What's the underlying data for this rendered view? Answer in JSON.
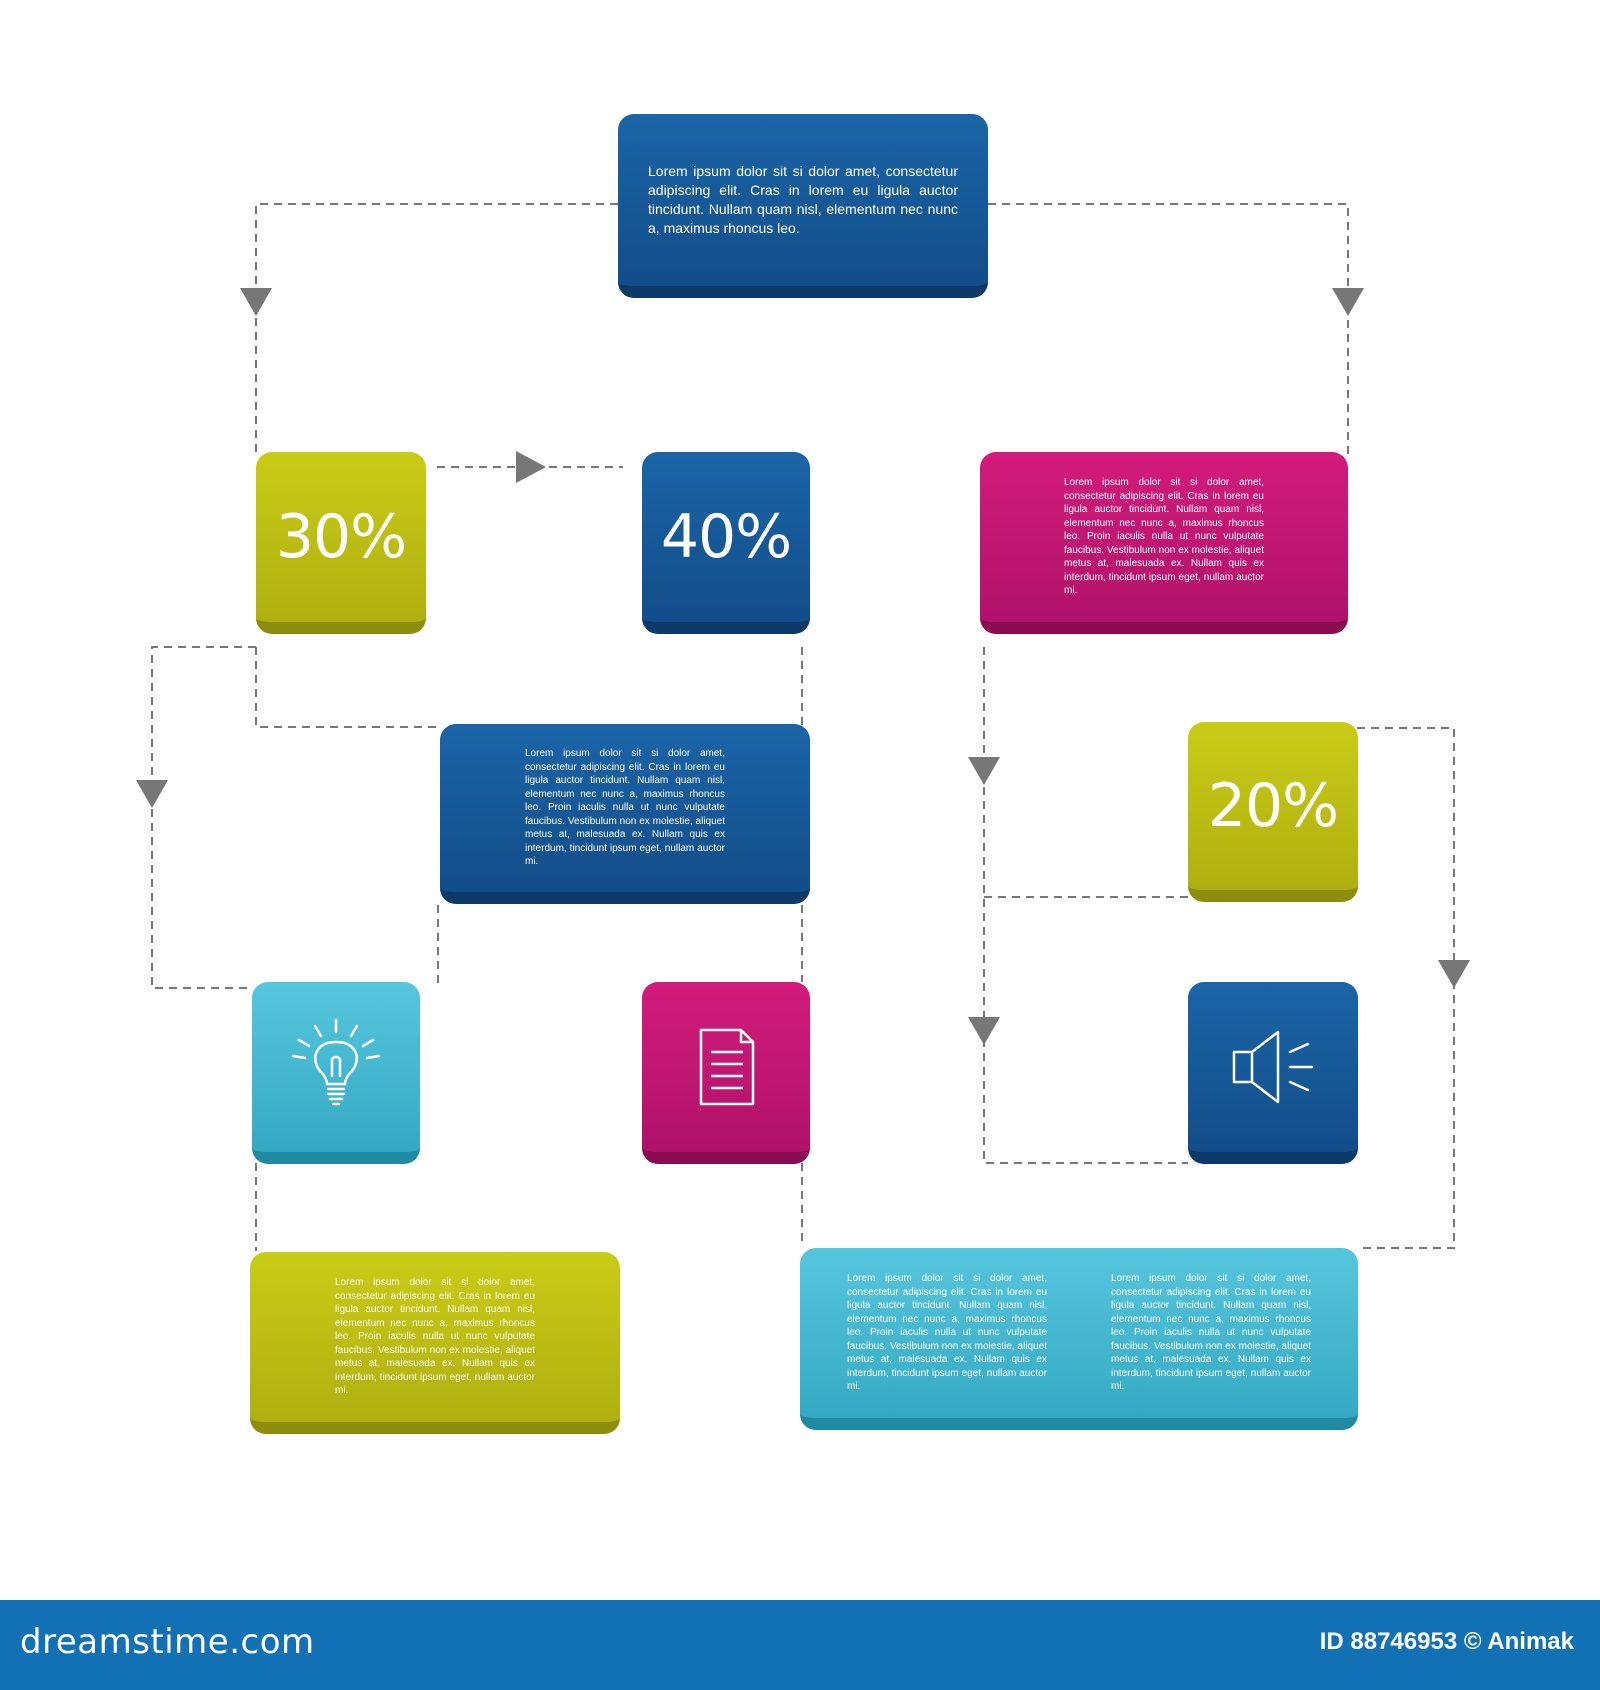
{
  "nodes": {
    "top": {
      "text": "Lorem ipsum dolor sit si dolor amet, consectetur adipiscing elit. Cras in lorem eu ligula auctor tincidunt. Nullam quam nisl, elementum nec nunc a, maximus rhoncus leo."
    },
    "pct_30": {
      "label": "30%"
    },
    "pct_40": {
      "label": "40%"
    },
    "pct_20": {
      "label": "20%"
    },
    "magenta_box": {
      "text": "Lorem ipsum dolor sit si dolor amet, consectetur adipiscing elit. Cras in lorem eu ligula auctor tincidunt. Nullam quam nisl, elementum nec nunc a, maximus rhoncus leo. Proin iaculis nulla ut nunc vulputate faucibus. Vestibulum non ex molestie, aliquet metus at, malesuada ex. Nullam quis ex interdum, tincidunt ipsum eget, nullam auctor mi."
    },
    "mid_blue": {
      "text": "Lorem ipsum dolor sit si dolor amet, consectetur adipiscing elit. Cras in lorem eu ligula auctor tincidunt. Nullam quam nisl, elementum nec nunc a, maximus rhoncus leo. Proin iaculis nulla ut nunc vulputate faucibus. Vestibulum non ex molestie, aliquet metus at, malesuada ex. Nullam quis ex interdum, tincidunt ipsum eget, nullam auctor mi."
    },
    "bottom_olive": {
      "text": "Lorem ipsum dolor sit si dolor amet, consectetur adipiscing elit. Cras in lorem eu ligula auctor tincidunt. Nullam quam nisl, elementum nec nunc a, maximus rhoncus leo. Proin iaculis nulla ut nunc vulputate faucibus. Vestibulum non ex molestie, aliquet metus at, malesuada ex. Nullam quis ex interdum, tincidunt ipsum eget, nullam auctor mi."
    },
    "bottom_cyan": {
      "col1": "Lorem ipsum dolor sit si dolor amet, consectetur adipiscing elit. Cras in lorem eu ligula auctor tincidunt. Nullam quam nisl, elementum nec nunc a, maximus rhoncus leo. Proin iaculis nulla ut nunc vulputate faucibus. Vestibulum non ex molestie, aliquet metus at, malesuada ex. Nullam quis ex interdum, tincidunt ipsum eget, nullam auctor mi.",
      "col2": "Lorem ipsum dolor sit si dolor amet, consectetur adipiscing elit. Cras in lorem eu ligula auctor tincidunt. Nullam quam nisl, elementum nec nunc a, maximus rhoncus leo. Proin iaculis nulla ut nunc vulputate faucibus. Vestibulum non ex molestie, aliquet metus at, malesuada ex. Nullam quis ex interdum, tincidunt ipsum eget, nullam auctor mi."
    },
    "icons": {
      "lightbulb": "lightbulb-icon",
      "document": "document-icon",
      "speaker": "speaker-icon"
    }
  },
  "colors": {
    "blue": "#1a65a8",
    "magenta": "#d31b7c",
    "olive": "#c9cc16",
    "cyan": "#56c6dd",
    "connector": "#777777",
    "footer": "#1270b4"
  },
  "footer": {
    "brand": "dreamstime.com",
    "credit": "ID 88746953 © Animak"
  }
}
